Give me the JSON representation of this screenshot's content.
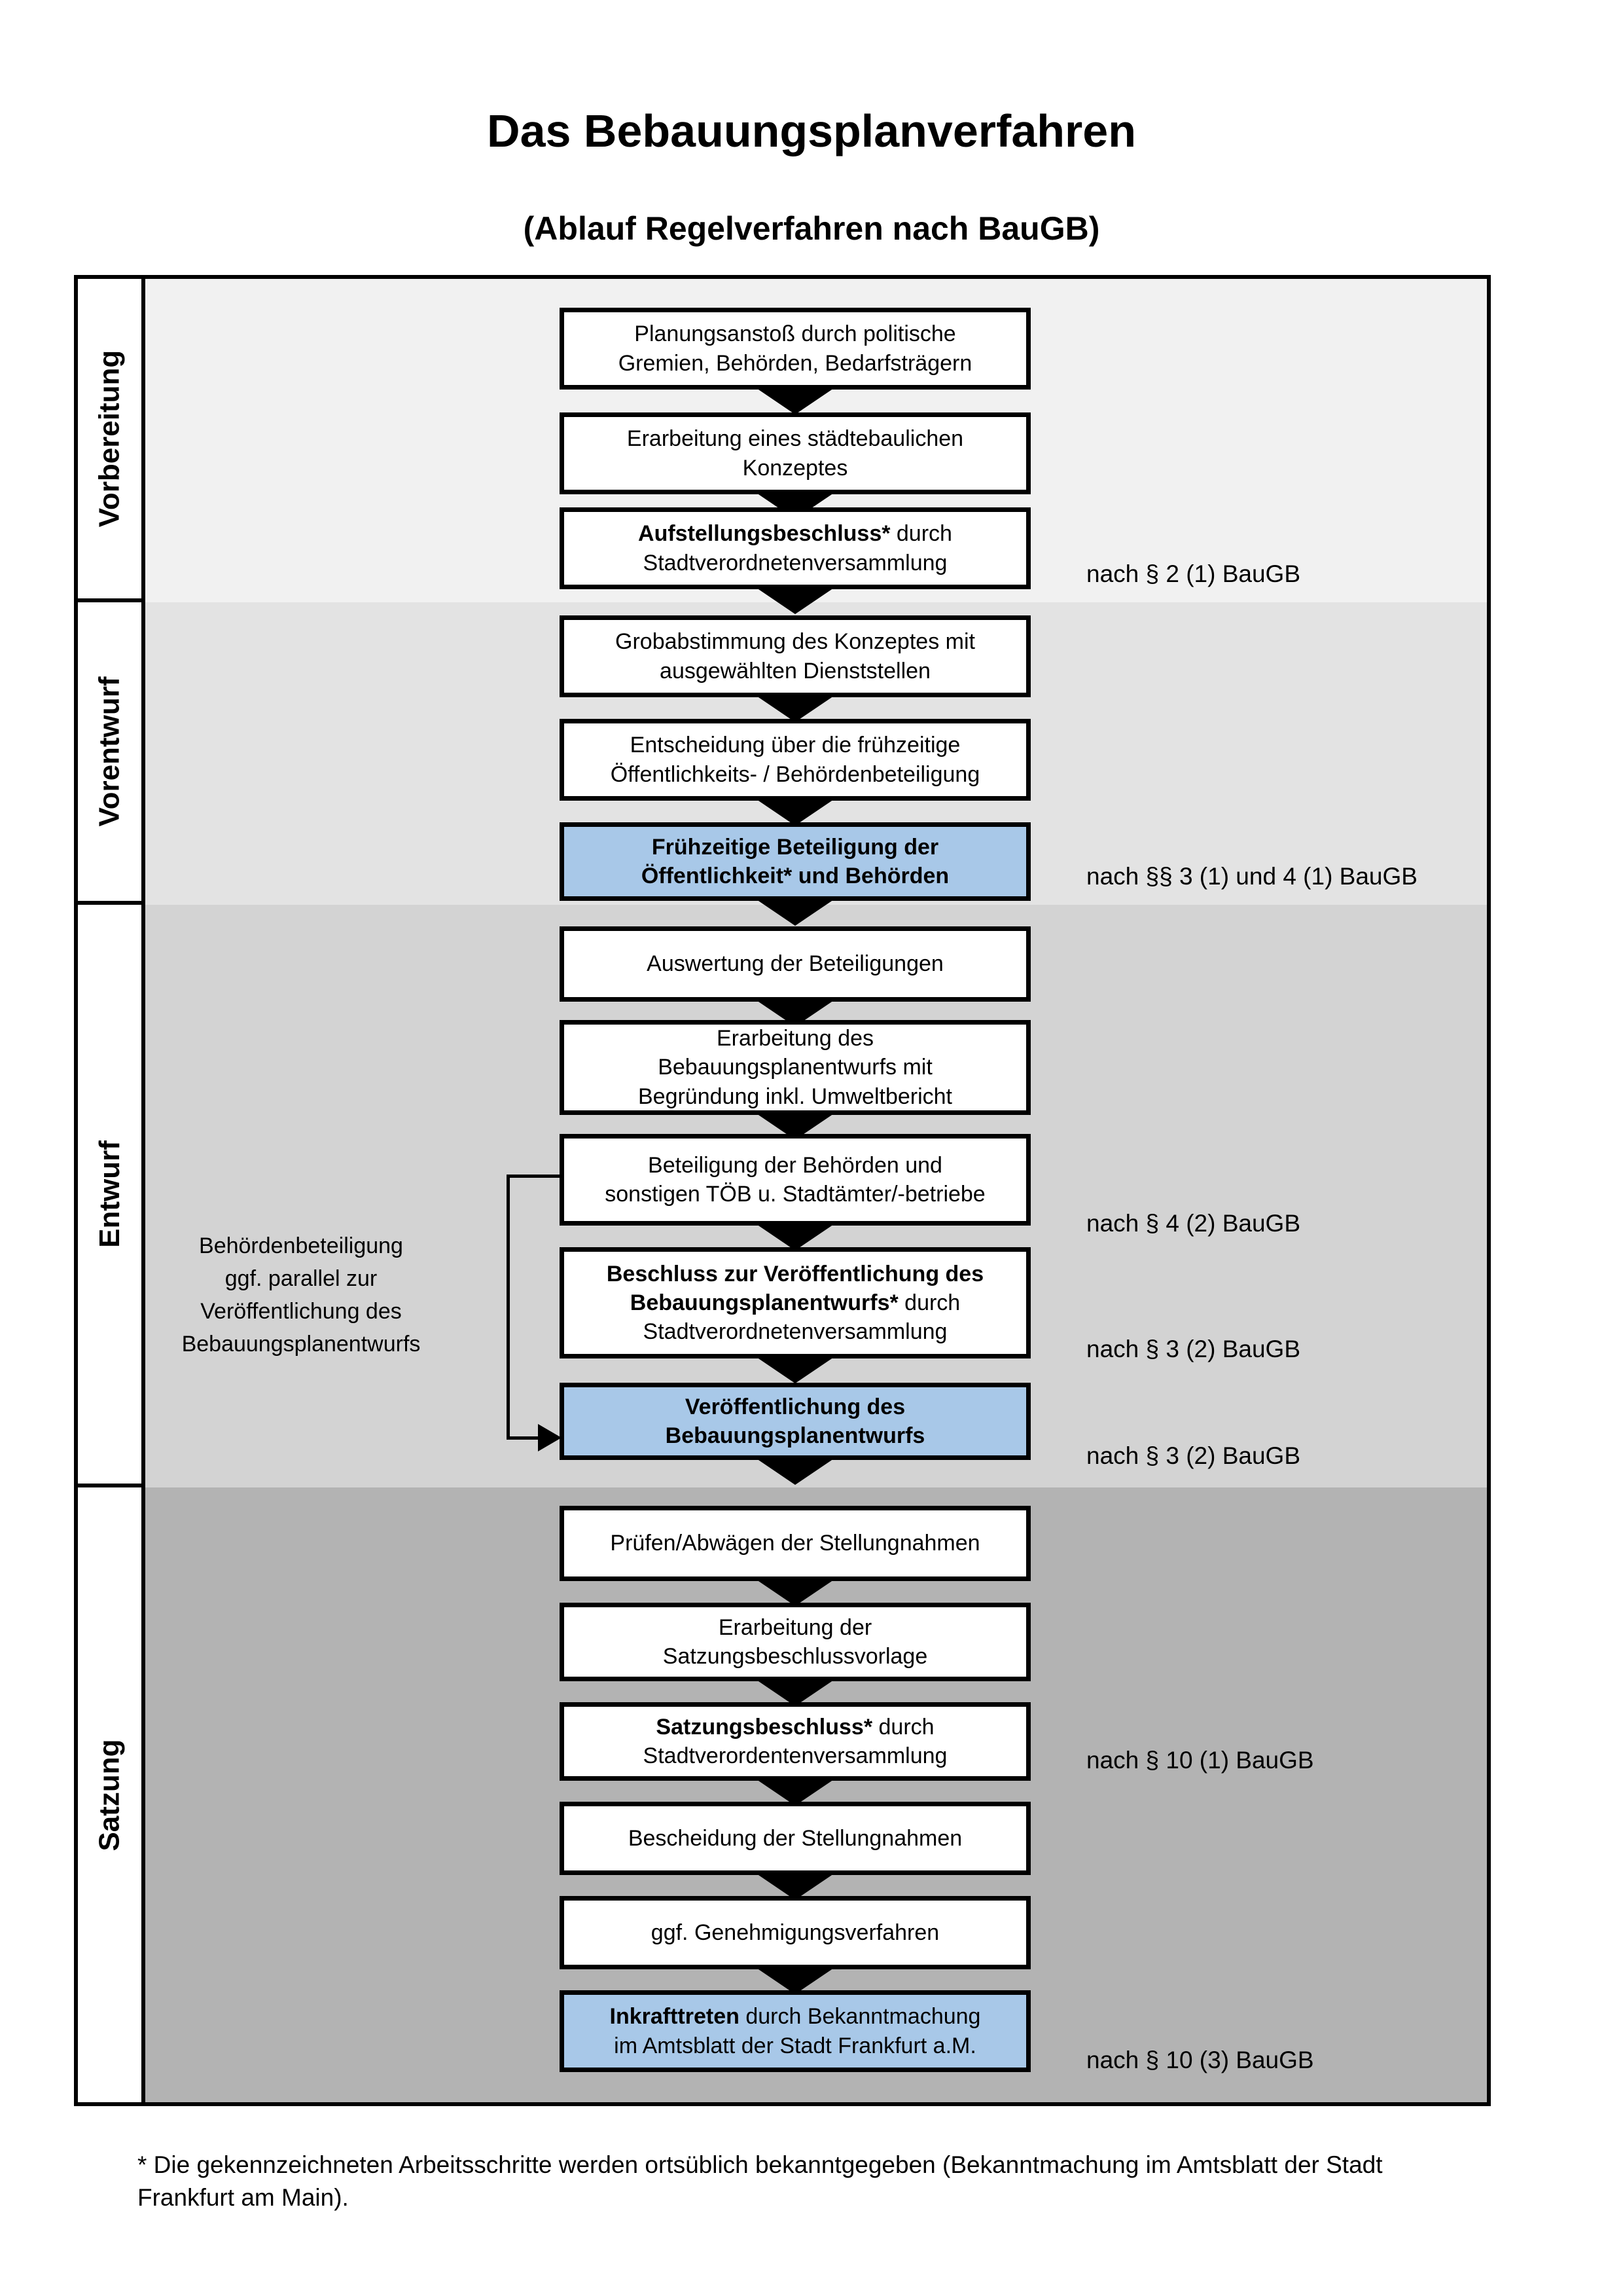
{
  "title": "Das Bebauungsplanverfahren",
  "subtitle": "(Ablauf Regelverfahren nach BauGB)",
  "phases": [
    {
      "label": "Vorbereitung"
    },
    {
      "label": "Vorentwurf"
    },
    {
      "label": "Entwurf"
    },
    {
      "label": "Satzung"
    }
  ],
  "boxes": [
    {
      "bold": "",
      "rest": "Planungsanstoß durch politische\nGremien, Behörden, Bedarfsträgern",
      "highlighted": false
    },
    {
      "bold": "",
      "rest": "Erarbeitung eines städtebaulichen\nKonzeptes",
      "highlighted": false
    },
    {
      "bold": "Aufstellungsbeschluss*",
      "rest": " durch\nStadtverordnetenversammlung",
      "highlighted": false
    },
    {
      "bold": "",
      "rest": "Grobabstimmung des Konzeptes mit\nausgewählten Dienststellen",
      "highlighted": false
    },
    {
      "bold": "",
      "rest": "Entscheidung über die frühzeitige\nÖffentlichkeits- / Behördenbeteiligung",
      "highlighted": false
    },
    {
      "bold": "Frühzeitige Beteiligung der\nÖffentlichkeit* und Behörden",
      "rest": "",
      "highlighted": true
    },
    {
      "bold": "",
      "rest": "Auswertung der Beteiligungen",
      "highlighted": false
    },
    {
      "bold": "",
      "rest": "Erarbeitung des\nBebauungsplanentwurfs mit\nBegründung inkl. Umweltbericht",
      "highlighted": false
    },
    {
      "bold": "",
      "rest": "Beteiligung der Behörden und\nsonstigen TÖB u. Stadtämter/-betriebe",
      "highlighted": false
    },
    {
      "bold": "Beschluss zur Veröffentlichung des\nBebauungsplanentwurfs*",
      "rest": " durch\nStadtverordnetenversammlung",
      "highlighted": false
    },
    {
      "bold": "Veröffentlichung des\nBebauungsplanentwurfs",
      "rest": "",
      "highlighted": true
    },
    {
      "bold": "",
      "rest": "Prüfen/Abwägen der Stellungnahmen",
      "highlighted": false
    },
    {
      "bold": "",
      "rest": "Erarbeitung der\nSatzungsbeschlussvorlage",
      "highlighted": false
    },
    {
      "bold": "Satzungsbeschluss*",
      "rest": " durch\nStadtverordentenversammlung",
      "highlighted": false
    },
    {
      "bold": "",
      "rest": "Bescheidung der Stellungnahmen",
      "highlighted": false
    },
    {
      "bold": "",
      "rest": "ggf. Genehmigungsverfahren",
      "highlighted": false
    },
    {
      "bold": "Inkrafttreten",
      "rest": " durch Bekanntmachung\nim Amtsblatt der Stadt Frankfurt a.M.",
      "highlighted": true
    }
  ],
  "references": [
    {
      "text": "nach § 2 (1) BauGB"
    },
    {
      "text": "nach §§ 3 (1) und 4 (1) BauGB"
    },
    {
      "text": "nach § 4 (2) BauGB"
    },
    {
      "text": "nach § 3 (2) BauGB"
    },
    {
      "text": "nach § 3 (2) BauGB"
    },
    {
      "text": "nach § 10 (1) BauGB"
    },
    {
      "text": "nach § 10 (3) BauGB"
    }
  ],
  "annotation": {
    "text": "Behördenbeteiligung\nggf. parallel zur\nVeröffentlichung des\nBebauungsplanentwurfs"
  },
  "footnote": "* Die gekennzeichneten Arbeitsschritte werden ortsüblich bekanntgegeben (Bekanntmachung im Amtsblatt  der Stadt\nFrankfurt am Main).",
  "colors": {
    "highlight_blue": "#a8c8e8",
    "band_vorbereitung": "#f1f1f1",
    "band_vorentwurf": "#e3e3e3",
    "band_entwurf": "#d3d3d3",
    "band_satzung": "#b3b3b3",
    "line_black": "#000000"
  }
}
